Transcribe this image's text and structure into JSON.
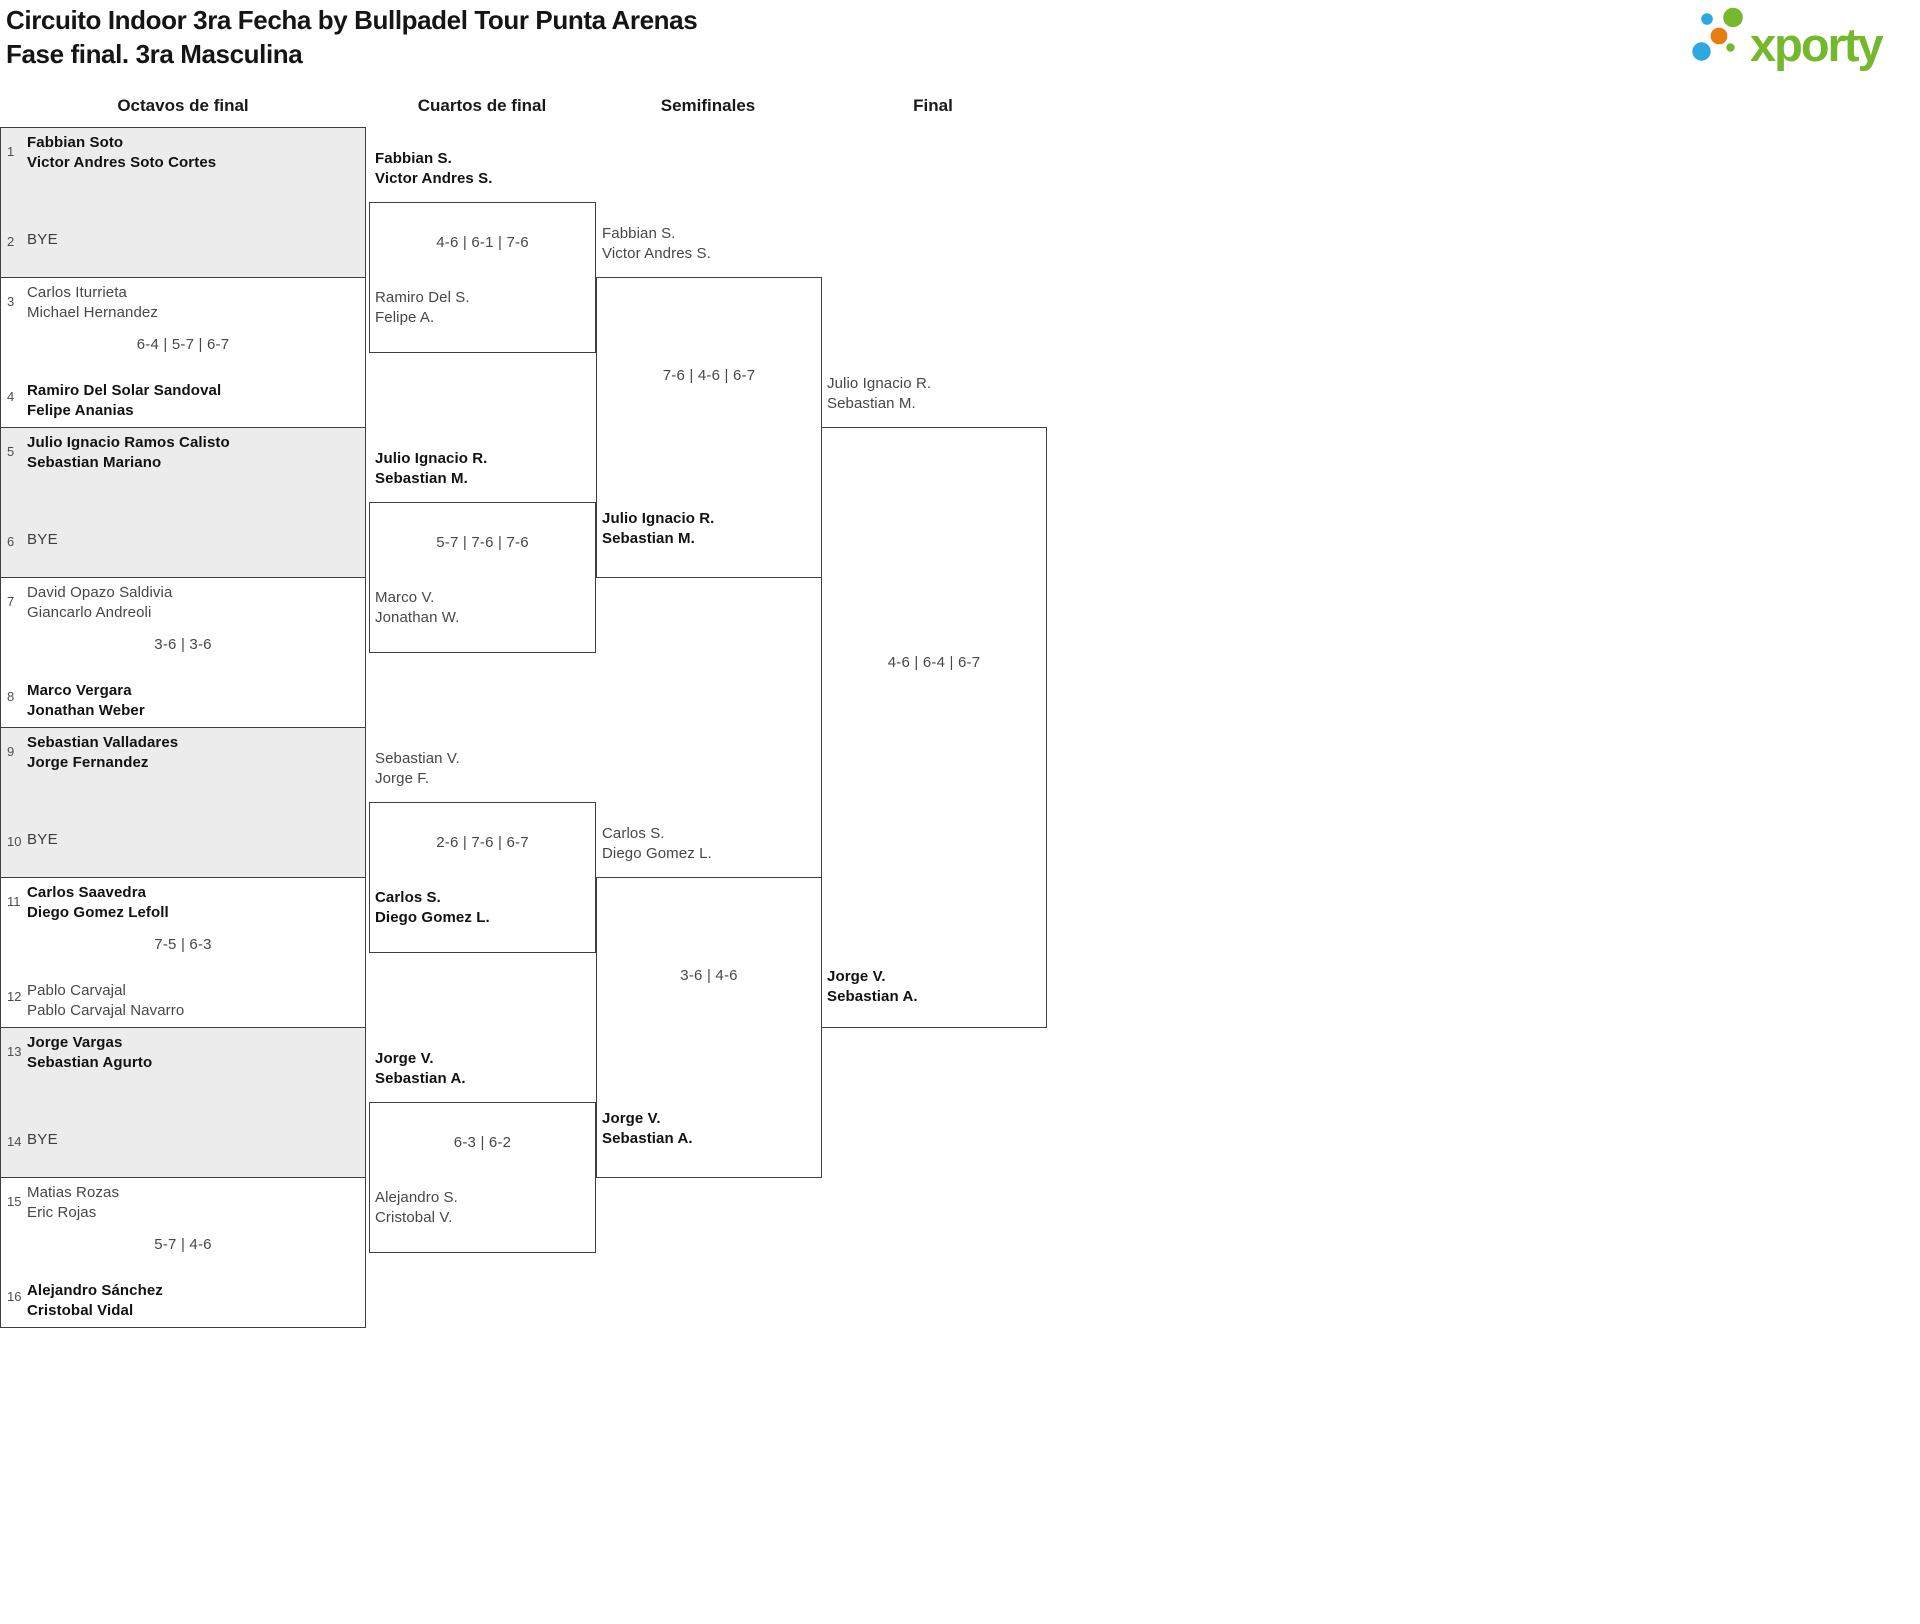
{
  "title": "Circuito Indoor 3ra Fecha by Bullpadel Tour Punta Arenas",
  "subtitle": "Fase final. 3ra Masculina",
  "logo": {
    "text": "xporty",
    "green": "#76b82d",
    "blue": "#2fa8e1",
    "orange": "#e57d11"
  },
  "rounds": {
    "octavos": "Octavos de final",
    "cuartos": "Cuartos de final",
    "semifinales": "Semifinales",
    "final": "Final"
  },
  "octavos": [
    {
      "top": {
        "seed": "1",
        "line1": "Fabbian Soto",
        "line2": "Victor Andres Soto Cortes",
        "winner": true
      },
      "bottom": {
        "seed": "2",
        "bye": "BYE"
      },
      "score": ""
    },
    {
      "top": {
        "seed": "3",
        "line1": "Carlos Iturrieta",
        "line2": "Michael Hernandez",
        "winner": false
      },
      "bottom": {
        "seed": "4",
        "line1": "Ramiro Del Solar Sandoval",
        "line2": "Felipe Ananias",
        "winner": true
      },
      "score": "6-4 | 5-7 | 6-7"
    },
    {
      "top": {
        "seed": "5",
        "line1": "Julio Ignacio Ramos Calisto",
        "line2": "Sebastian Mariano",
        "winner": true
      },
      "bottom": {
        "seed": "6",
        "bye": "BYE"
      },
      "score": ""
    },
    {
      "top": {
        "seed": "7",
        "line1": "David Opazo Saldivia",
        "line2": "Giancarlo Andreoli",
        "winner": false
      },
      "bottom": {
        "seed": "8",
        "line1": "Marco Vergara",
        "line2": "Jonathan Weber",
        "winner": true
      },
      "score": "3-6 | 3-6"
    },
    {
      "top": {
        "seed": "9",
        "line1": "Sebastian Valladares",
        "line2": "Jorge Fernandez",
        "winner": true
      },
      "bottom": {
        "seed": "10",
        "bye": "BYE"
      },
      "score": ""
    },
    {
      "top": {
        "seed": "11",
        "line1": "Carlos Saavedra",
        "line2": "Diego Gomez Lefoll",
        "winner": true
      },
      "bottom": {
        "seed": "12",
        "line1": "Pablo Carvajal",
        "line2": "Pablo Carvajal Navarro",
        "winner": false
      },
      "score": "7-5 | 6-3"
    },
    {
      "top": {
        "seed": "13",
        "line1": "Jorge Vargas",
        "line2": "Sebastian Agurto",
        "winner": true
      },
      "bottom": {
        "seed": "14",
        "bye": "BYE"
      },
      "score": ""
    },
    {
      "top": {
        "seed": "15",
        "line1": "Matias Rozas",
        "line2": "Eric Rojas",
        "winner": false
      },
      "bottom": {
        "seed": "16",
        "line1": "Alejandro Sánchez",
        "line2": "Cristobal Vidal",
        "winner": true
      },
      "score": "5-7 | 4-6"
    }
  ],
  "cuartos": [
    {
      "top": {
        "line1": "Fabbian S.",
        "line2": "Victor Andres S.",
        "winner": true
      },
      "bottom": {
        "line1": "Ramiro Del S.",
        "line2": "Felipe A.",
        "winner": false
      },
      "score": "4-6 | 6-1 | 7-6"
    },
    {
      "top": {
        "line1": "Julio Ignacio R.",
        "line2": "Sebastian M.",
        "winner": true
      },
      "bottom": {
        "line1": "Marco V.",
        "line2": "Jonathan W.",
        "winner": false
      },
      "score": "5-7 | 7-6 | 7-6"
    },
    {
      "top": {
        "line1": "Sebastian V.",
        "line2": "Jorge F.",
        "winner": false
      },
      "bottom": {
        "line1": "Carlos S.",
        "line2": "Diego Gomez L.",
        "winner": true
      },
      "score": "2-6 | 7-6 | 6-7"
    },
    {
      "top": {
        "line1": "Jorge V.",
        "line2": "Sebastian A.",
        "winner": true
      },
      "bottom": {
        "line1": "Alejandro S.",
        "line2": "Cristobal V.",
        "winner": false
      },
      "score": "6-3 | 6-2"
    }
  ],
  "semifinales": [
    {
      "top": {
        "line1": "Fabbian S.",
        "line2": "Victor Andres S.",
        "winner": false
      },
      "bottom": {
        "line1": "Julio Ignacio R.",
        "line2": "Sebastian M.",
        "winner": true
      },
      "score": "7-6 | 4-6 | 6-7"
    },
    {
      "top": {
        "line1": "Carlos S.",
        "line2": "Diego Gomez L.",
        "winner": false
      },
      "bottom": {
        "line1": "Jorge V.",
        "line2": "Sebastian A.",
        "winner": true
      },
      "score": "3-6 | 4-6"
    }
  ],
  "final": [
    {
      "top": {
        "line1": "Julio Ignacio R.",
        "line2": "Sebastian M.",
        "winner": false
      },
      "bottom": {
        "line1": "Jorge V.",
        "line2": "Sebastian A.",
        "winner": true
      },
      "score": "4-6 | 6-4 | 6-7"
    }
  ]
}
